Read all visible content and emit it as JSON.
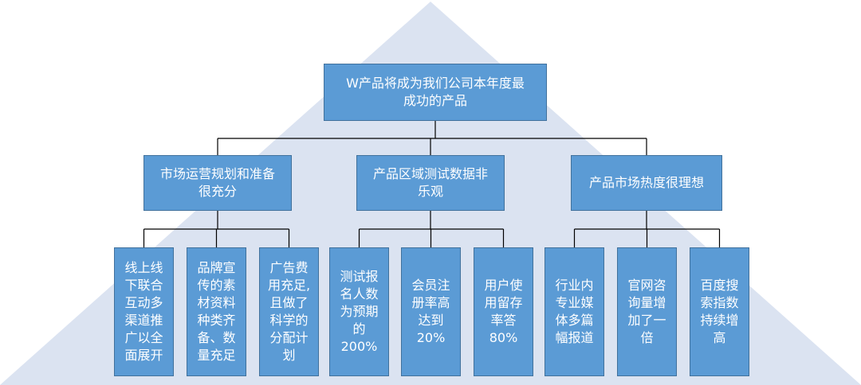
{
  "colors": {
    "background_triangle": "#dbe3f1",
    "box_fill": "#5b9bd5",
    "box_border": "#41719c",
    "connector": "#000000",
    "text": "#ffffff"
  },
  "root": {
    "label": "W产品将成为我们公司本年度最\n成功的产品"
  },
  "branches": [
    {
      "label": "市场运营规划和准备\n很充分",
      "children": [
        "线上线\n下联合\n互动多\n渠道推\n广以全\n面展开",
        "品牌宣\n传的素\n材资料\n种类齐\n备、数\n量充足",
        "广告费\n用充足,\n且做了\n科学的\n分配计\n划"
      ]
    },
    {
      "label": "产品区域测试数据非\n乐观",
      "children": [
        "测试报\n名人数\n为预期\n的200%",
        "会员注\n册率高\n达到20%",
        "用户使\n用留存\n率答80%"
      ]
    },
    {
      "label": "产品市场热度很理想",
      "children": [
        "行业内\n专业媒\n体多篇\n幅报道",
        "官网咨\n询量增\n加了一\n倍",
        "百度搜\n索指数\n持续增\n高"
      ]
    }
  ]
}
